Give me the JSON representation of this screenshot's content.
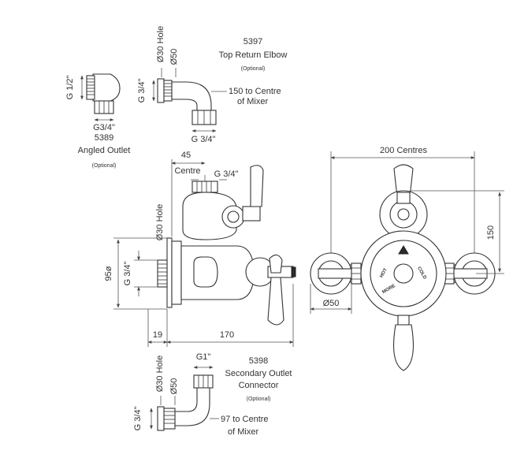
{
  "top_elbow": {
    "part_number": "5397",
    "name": "Top Return Elbow",
    "note": "(Optional)",
    "hole_label": "Ø30 Hole",
    "diameter_label": "Ø50",
    "thread_side": "G 3/4\"",
    "distance_line1": "150 to Centre",
    "distance_line2": "of Mixer",
    "thread_bottom": "G 3/4\""
  },
  "angled_outlet": {
    "thread_top": "G 1/2\"",
    "thread_bottom": "G3/4\"",
    "part_number": "5389",
    "name": "Angled Outlet",
    "note": "(Optional)"
  },
  "side_view": {
    "dim_45": "45",
    "centre_label": "Centre",
    "thread_top": "G 3/4\"",
    "hole_label": "Ø30 Hole",
    "dia_95": "95ø",
    "thread_side": "G 3/4\"",
    "dim_19": "19",
    "dim_170": "170"
  },
  "front_view": {
    "centres_label": "200 Centres",
    "height_label": "150",
    "dia_label": "Ø50",
    "dial_hot": "HOT",
    "dial_cold": "COLD",
    "dial_more": "MORE"
  },
  "secondary_outlet": {
    "part_number": "5398",
    "name_line1": "Secondary Outlet",
    "name_line2": "Connector",
    "note": "(Optional)",
    "thread_top": "G1\"",
    "hole_label": "Ø30 Hole",
    "diameter_label": "Ø50",
    "thread_side": "G 3/4\"",
    "distance_line1": "97 to Centre",
    "distance_line2": "of Mixer"
  }
}
